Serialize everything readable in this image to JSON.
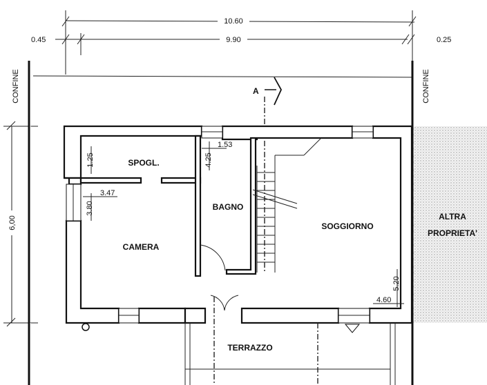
{
  "dimensions": {
    "total_width": "10.60",
    "inner_width": "9.90",
    "left_offset": "0.45",
    "right_offset": "0.25",
    "depth": "6,00",
    "spogl_depth": "1.25",
    "bagno_width": "1.53",
    "bagno_depth": "4.25",
    "camera_width": "3.47",
    "camera_depth": "3.80",
    "soggiorno_depth": "5.20",
    "soggiorno_width": "4.60"
  },
  "boundary": {
    "left": "CONFINE",
    "right": "CONFINE"
  },
  "section_marker": "A",
  "rooms": {
    "spogl": "SPOGL.",
    "bagno": "BAGNO",
    "camera": "CAMERA",
    "soggiorno": "SOGGIORNO",
    "terrazzo": "TERRAZZO"
  },
  "neighbor": {
    "line1": "ALTRA",
    "line2": "PROPRIETA'"
  }
}
